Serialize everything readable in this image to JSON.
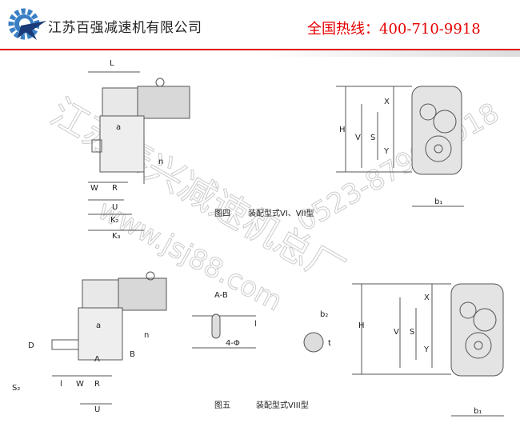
{
  "header": {
    "company_name": "江苏百强减速机有限公司",
    "hotline": "全国热线：400-710-9918",
    "accent_color": "#e60000",
    "logo_color": "#3a7fc4"
  },
  "watermark": {
    "line1": "江苏泰兴减速机总厂",
    "line2": "www.jsj88.com",
    "line3": "0523-8799-9918"
  },
  "figure4": {
    "caption_num": "图四",
    "caption_text": "装配型式VI、VII型",
    "labels": {
      "L": "L",
      "a": "a",
      "n": "n",
      "W": "W",
      "R": "R",
      "U": "U",
      "K2": "K₂",
      "K3": "K₃",
      "H": "H",
      "V": "V",
      "S": "S",
      "X": "X",
      "Y": "Y",
      "b1": "b₁"
    }
  },
  "figure5": {
    "caption_num": "图五",
    "caption_text": "装配型式VIII型",
    "labels": {
      "a": "a",
      "D": "D",
      "A": "A",
      "B": "B",
      "n": "n",
      "S2": "S₂",
      "l": "l",
      "W": "W",
      "R": "R",
      "U": "U",
      "AB": "A-B",
      "l2": "l",
      "phi": "4-Φ",
      "b2": "b₂",
      "t": "t",
      "H": "H",
      "V": "V",
      "S": "S",
      "X": "X",
      "Y": "Y",
      "b1": "b₁"
    }
  }
}
